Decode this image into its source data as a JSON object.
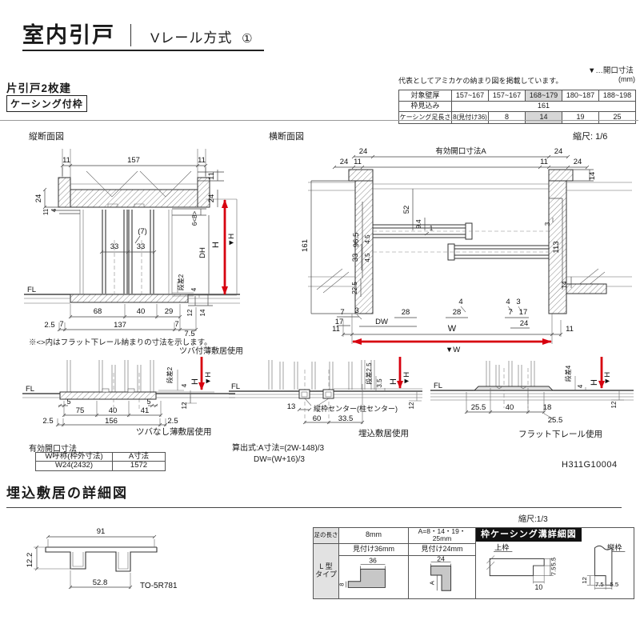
{
  "header": {
    "title": "室内引戸",
    "subtitle": "Vレール方式",
    "circled": "①",
    "opening_note": "▼…開口寸法"
  },
  "left_labels": {
    "door_type": "片引戸2枚建",
    "frame_type": "ケーシング付枠"
  },
  "spec_table": {
    "note": "代表としてアミカケの納まり図を掲載しています。",
    "unit": "(mm)",
    "row1_label": "対象壁厚",
    "row1": [
      "157~167",
      "157~167",
      "168~179",
      "180~187",
      "188~198"
    ],
    "row2_label": "枠見込み",
    "row2_value": "161",
    "row3_label": "ケーシング足長さ",
    "row3": [
      "8(見付け36)",
      "8",
      "14",
      "19",
      "25"
    ]
  },
  "sections": {
    "vertical": "縦断面図",
    "horizontal": "横断面図",
    "scale": "縮尺: 1/6"
  },
  "vsec": {
    "d": [
      "11",
      "157",
      "11",
      "24",
      "11",
      "4",
      "11",
      "24",
      "6<8>",
      "DH",
      "H",
      "▼H",
      "(7)",
      "33",
      "33",
      "FL",
      "段差2",
      "4",
      "12",
      "14",
      "68",
      "40",
      "29",
      "2.5",
      "7",
      "137",
      "7",
      "7.5"
    ]
  },
  "hsec": {
    "d": [
      "24",
      "有効開口寸法A",
      "24",
      "24",
      "11",
      "11",
      "24",
      "14",
      "161",
      "96.5",
      "52",
      "9.4",
      "1",
      "4.5",
      "33",
      "4.5",
      "22.5",
      "7",
      "3",
      "17",
      "DW",
      "28",
      "28",
      "4",
      "4",
      "3",
      "7",
      "17",
      "24",
      "3",
      "113",
      "14",
      "11",
      "W",
      "▼W",
      "11"
    ]
  },
  "notes": {
    "bracket": "※<>内はフラット下レール納まりの寸法を示します。",
    "tsuba": "ツバ付薄敷居使用"
  },
  "d1": {
    "d": [
      "FL",
      "段差2",
      "4",
      "H",
      "▼H",
      "12",
      "5",
      "75",
      "40",
      "41",
      "5",
      "2.5",
      "156",
      "2.5"
    ],
    "caption": "ツバなし薄敷居使用"
  },
  "d2": {
    "d": [
      "FL",
      "段差2.5",
      "3.5",
      "H",
      "▼H",
      "12",
      "13",
      "縦枠センター(柱センター)",
      "60",
      "33.5"
    ],
    "caption": "埋込敷居使用"
  },
  "d3": {
    "d": [
      "FL",
      "段差4",
      "4",
      "H",
      "▼H",
      "12",
      "25.5",
      "40",
      "18",
      "25.5"
    ],
    "caption": "フラット下レール使用"
  },
  "opening_table": {
    "title": "有効開口寸法",
    "h1": "W呼称(枠外寸法)",
    "h2": "A寸法",
    "c1": "W24(2432)",
    "c2": "1572"
  },
  "formula": {
    "line1": "算出式:A寸法=(2W-148)/3",
    "line2": "DW=(W+16)/3"
  },
  "doc_number": "H311G10004",
  "sill": {
    "heading": "埋込敷居の詳細図",
    "scale": "縮尺:1/3",
    "d": [
      "91",
      "12.2",
      "52.8"
    ],
    "part_no": "TO-5R781"
  },
  "leg_table": {
    "h1": "足の長さ",
    "h2": "8mm",
    "h3": "A=8・14・19・25mm",
    "h4": "枠ケーシング溝詳細図",
    "s2": "見付け36mm",
    "s3": "見付け24mm",
    "type_line1": "L 型",
    "type_line2": "タイプ",
    "d2": [
      "36",
      "8"
    ],
    "d3": [
      "24",
      "A"
    ],
    "top_label": "上枠",
    "top_dims": [
      "5.5",
      "7.5",
      "10"
    ],
    "side_label": "縦枠",
    "side_dims": [
      "12",
      "7.5",
      "5.5"
    ]
  }
}
